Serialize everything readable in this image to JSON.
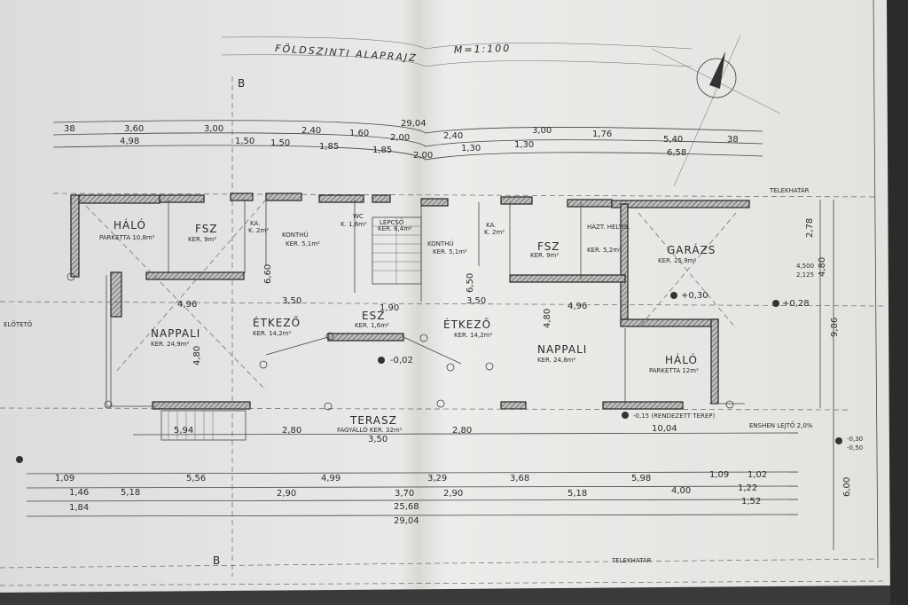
{
  "title": "FÖLDSZINTI ALAPRAJZ",
  "scale": "M=1:100",
  "section_marks": [
    "B",
    "B"
  ],
  "property_line": [
    "TELEKHATÁR",
    "TELEKHATÁR"
  ],
  "top_dims_row1": [
    "38",
    "3,60",
    "3,00",
    "2,40",
    "1,60",
    "2,00",
    "2,40",
    "3,00",
    "1,76",
    "38"
  ],
  "top_dims_row2": [
    "4,98",
    "1,50",
    "1,50",
    "1,85",
    "1,85",
    "2,00",
    "1,30",
    "1,30",
    "5,40",
    "6,58"
  ],
  "overall_width": "29,04",
  "rooms": [
    {
      "name": "HÁLÓ",
      "area": "PARKETTA 10,8m²"
    },
    {
      "name": "FSZ",
      "area": "KER. 9m²"
    },
    {
      "name": "KA.",
      "area": "K. 2m²"
    },
    {
      "name": "KONTHÚ",
      "area": "KER. 5,1m²"
    },
    {
      "name": "WC",
      "area": "K. 1,6m²"
    },
    {
      "name": "LÉPCSŐ",
      "area": "KER. 6,4m²"
    },
    {
      "name": "KONTHÚ",
      "area": "KER. 5,1m²"
    },
    {
      "name": "KA.",
      "area": "K. 2m²"
    },
    {
      "name": "FSZ",
      "area": "KER. 9m²"
    },
    {
      "name": "HÁZT. HELYIS.",
      "area": "KER. 5,2m²"
    },
    {
      "name": "GARÁZS",
      "area": "KER. 25,9m²"
    },
    {
      "name": "NAPPALI",
      "area": "KER. 24,9m²"
    },
    {
      "name": "ÉTKEZŐ",
      "area": "KER. 14,2m²"
    },
    {
      "name": "ESZ",
      "area": "KER. 1,6m²"
    },
    {
      "name": "ÉTKEZŐ",
      "area": "KER. 14,2m²"
    },
    {
      "name": "NAPPALI",
      "area": "KER. 24,8m²"
    },
    {
      "name": "HÁLÓ",
      "area": "PARKETTA 12m²"
    },
    {
      "name": "TERASZ",
      "area": "FAGYÁLLÓ KER. 32m²"
    }
  ],
  "elevations": [
    "-0,02",
    "+0,30",
    "+0,28",
    "-0,15 (RENDEZETT TEREP)",
    "-0,30",
    "-0,50",
    "ELŐTETŐ",
    "ENSHEN LEJTŐ 2,0%"
  ],
  "inner_dims": [
    "4,96",
    "4,96",
    "6,60",
    "6,50",
    "3,50",
    "3,50",
    "4,80",
    "4,80",
    "1,90",
    "4,500",
    "2,125",
    "2,78",
    "4,80",
    "9,86",
    "6,00"
  ],
  "bottom_dims_row1": [
    "5,94",
    "2,80",
    "3,50",
    "2,80",
    "10,04"
  ],
  "bottom_dims_row2": [
    "1,09",
    "5,56",
    "4,99",
    "3,29",
    "3,68",
    "5,98",
    "1,09",
    "1,02"
  ],
  "bottom_dims_row3": [
    "1,46",
    "5,18",
    "2,90",
    "3,70",
    "2,90",
    "5,18",
    "4,00",
    "1,22"
  ],
  "bottom_dims_row4": [
    "1,84",
    "25,68",
    "1,52"
  ],
  "bottom_total": "29,04",
  "colors": {
    "paper": "#e6e6e3",
    "ink": "#2a2a2a",
    "background": "#2b2b2b"
  }
}
